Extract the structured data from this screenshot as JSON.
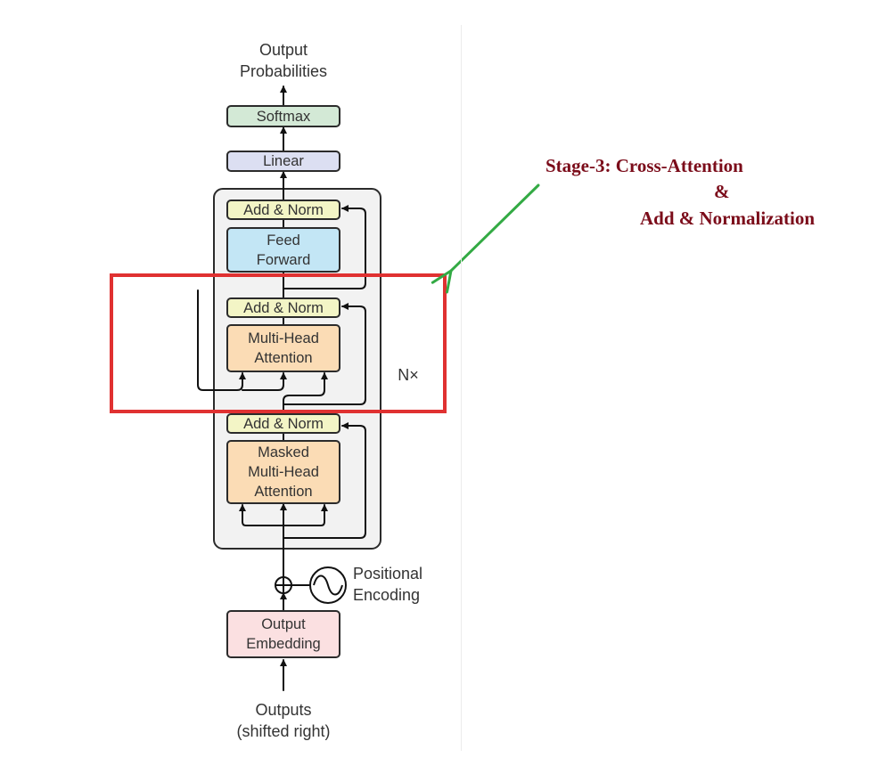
{
  "diagram": {
    "top_label": [
      "Output",
      "Probabilities"
    ],
    "softmax": "Softmax",
    "linear": "Linear",
    "add_norm": "Add & Norm",
    "feed_forward": [
      "Feed",
      "Forward"
    ],
    "multi_head_attention": [
      "Multi-Head",
      "Attention"
    ],
    "masked_multi_head_attention": [
      "Masked",
      "Multi-Head",
      "Attention"
    ],
    "repeat_label": "N×",
    "positional_encoding": [
      "Positional",
      "Encoding"
    ],
    "output_embedding": [
      "Output",
      "Embedding"
    ],
    "bottom_label": [
      "Outputs",
      "(shifted right)"
    ]
  },
  "annotation": {
    "line1": "Stage-3:  Cross-Attention",
    "line2": "&",
    "line3": "Add & Normalization"
  },
  "colors": {
    "softmax_fill": "#d3e9d6",
    "linear_fill": "#dcdff2",
    "add_norm_fill": "#f3f5c6",
    "feed_forward_fill": "#c3e6f5",
    "attention_fill": "#fbdcb5",
    "embedding_fill": "#fbe0e1",
    "block_fill": "#f2f2f2",
    "highlight": "#e03131",
    "pointer_arrow": "#33aa44",
    "annotation_text": "#7b0c1a"
  }
}
